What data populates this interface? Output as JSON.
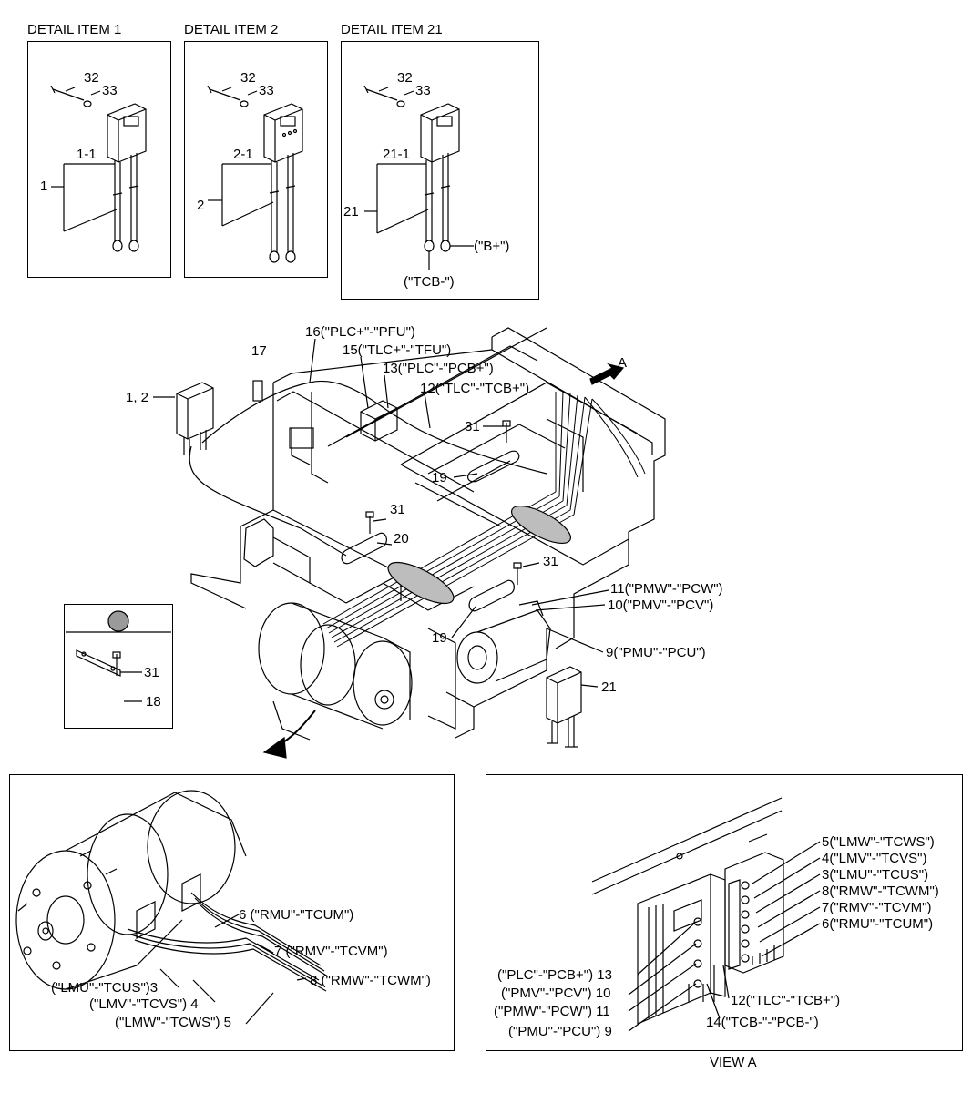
{
  "detail_titles": [
    "DETAIL ITEM 1",
    "DETAIL ITEM 2",
    "DETAIL ITEM 21"
  ],
  "detail1": {
    "bolt": "32",
    "washer": "33",
    "sub": "1-1",
    "item": "1"
  },
  "detail2": {
    "bolt": "32",
    "washer": "33",
    "sub": "2-1",
    "item": "2"
  },
  "detail21": {
    "bolt": "32",
    "washer": "33",
    "sub": "21-1",
    "item": "21",
    "term_pos": "(\"B+\")",
    "term_neg": "(\"TCB-\")"
  },
  "main": {
    "l16": "16(\"PLC+\"-\"PFU\")",
    "l15": "15(\"TLC+\"-\"TFU\")",
    "l13": "13(\"PLC\"-\"PCB+\")",
    "l12": "12(\"TLC\"-\"TCB+\")",
    "l17": "17",
    "l12a": "1, 2",
    "lA": "A",
    "l31a": "31",
    "l19a": "19",
    "l31b": "31",
    "l20": "20",
    "l31c": "31",
    "l11": "11(\"PMW\"-\"PCW\")",
    "l10": "10(\"PMV\"-\"PCV\")",
    "l19b": "19",
    "l9": "9(\"PMU\"-\"PCU\")",
    "l21": "21"
  },
  "inset": {
    "l31": "31",
    "l18": "18"
  },
  "motor_view": {
    "l6": "6 (\"RMU\"-\"TCUM\")",
    "l7": "7 (\"RMV\"-\"TCVM\")",
    "l8": "8 (\"RMW\"-\"TCWM\")",
    "l3": "(\"LMU\"-\"TCUS\")3",
    "l4": "(\"LMV\"-\"TCVS\") 4",
    "l5": "(\"LMW\"-\"TCWS\") 5"
  },
  "view_a": {
    "caption": "VIEW A",
    "r5": "5(\"LMW\"-\"TCWS\")",
    "r4": "4(\"LMV\"-\"TCVS\")",
    "r3": "3(\"LMU\"-\"TCUS\")",
    "r8": "8(\"RMW\"-\"TCWM\")",
    "r7": "7(\"RMV\"-\"TCVM\")",
    "r6": "6(\"RMU\"-\"TCUM\")",
    "l13": "(\"PLC\"-\"PCB+\") 13",
    "l10": "(\"PMV\"-\"PCV\") 10",
    "l11": "(\"PMW\"-\"PCW\") 11",
    "l9": "(\"PMU\"-\"PCU\") 9",
    "b12": "12(\"TLC\"-\"TCB+\")",
    "b14": "14(\"TCB-\"-\"PCB-\")"
  }
}
